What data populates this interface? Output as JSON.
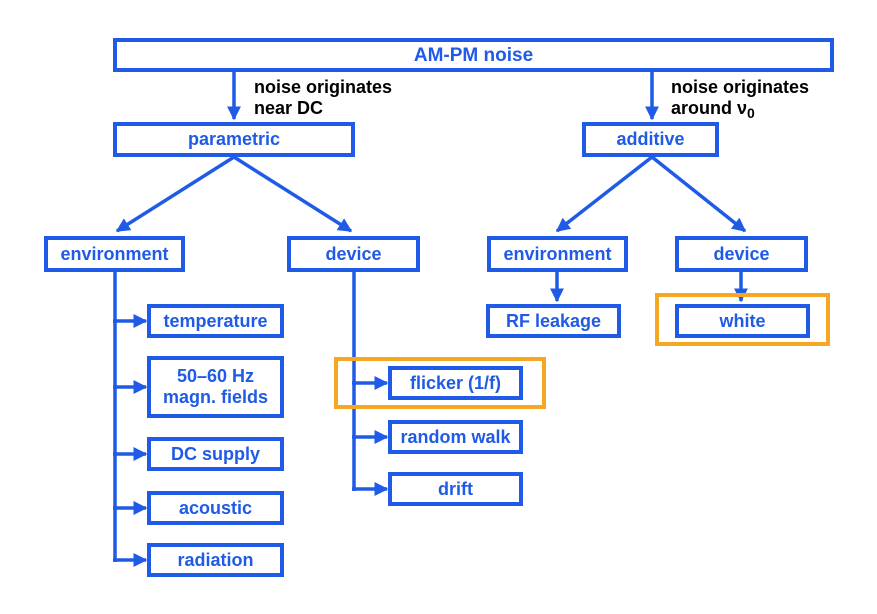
{
  "root": {
    "label": "AM-PM noise"
  },
  "notes": {
    "left_line1": "noise originates",
    "left_line2": "near DC",
    "right_line1": "noise originates",
    "right_line2": "around ν",
    "right_sub": "0"
  },
  "parametric": {
    "label": "parametric",
    "environment": {
      "label": "environment",
      "items": [
        "temperature",
        "50–60 Hz",
        "magn. fields",
        "DC supply",
        "acoustic",
        "radiation"
      ]
    },
    "device": {
      "label": "device",
      "items": [
        "flicker (1/f)",
        "random walk",
        "drift"
      ]
    }
  },
  "additive": {
    "label": "additive",
    "environment": {
      "label": "environment",
      "items": [
        "RF leakage"
      ]
    },
    "device": {
      "label": "device",
      "items": [
        "white"
      ]
    }
  },
  "colors": {
    "box": "#1f5be6",
    "highlight": "#f5a623",
    "note_text": "#000000"
  }
}
